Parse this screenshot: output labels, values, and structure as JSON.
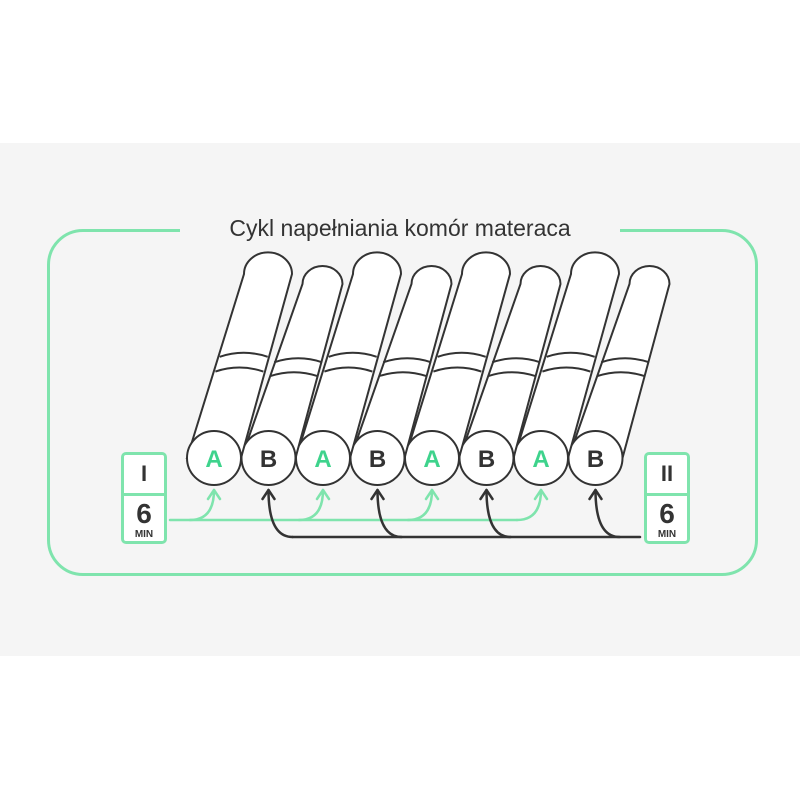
{
  "title": "Cykl napełniania komór materaca",
  "colors": {
    "accent": "#7fe4ad",
    "accent_text": "#3ed38c",
    "dark": "#333333",
    "band": "#f5f5f5"
  },
  "timers": [
    {
      "roman": "I",
      "value": "6",
      "unit": "MIN"
    },
    {
      "roman": "II",
      "value": "6",
      "unit": "MIN"
    }
  ],
  "chambers": [
    "A",
    "B",
    "A",
    "B",
    "A",
    "B",
    "A",
    "B"
  ]
}
